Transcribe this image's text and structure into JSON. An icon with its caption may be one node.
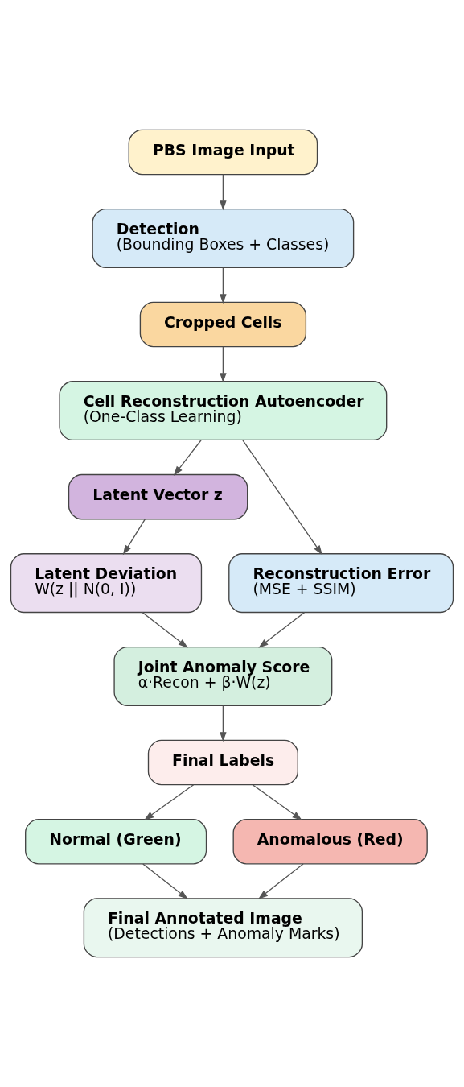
{
  "diagram": {
    "nodes": [
      {
        "text": [
          "PBS Image Input"
        ]
      },
      {
        "text": [
          "Detection",
          "(Bounding Boxes + Classes)"
        ]
      },
      {
        "text": [
          "Cropped Cells"
        ]
      },
      {
        "text": [
          "Cell Reconstruction Autoencoder",
          "(One-Class Learning)"
        ]
      },
      {
        "text": [
          "Latent Vector z"
        ]
      },
      {
        "text": [
          "Latent Deviation",
          "W(z || N(0, I))"
        ]
      },
      {
        "text": [
          "Reconstruction Error",
          "(MSE + SSIM)"
        ]
      },
      {
        "text": [
          "Joint Anomaly Score",
          "α·Recon + β·W(z)"
        ]
      },
      {
        "text": [
          "Final Labels"
        ]
      },
      {
        "text": [
          "Normal (Green)"
        ]
      },
      {
        "text": [
          "Anomalous (Red)"
        ]
      },
      {
        "text": [
          "Final Annotated Image",
          "(Detections + Anomaly Marks)"
        ]
      }
    ],
    "edges": [
      {
        "from": 0,
        "to": 1,
        "arrow": "to"
      },
      {
        "from": 1,
        "to": 2,
        "arrow": "to"
      },
      {
        "from": 2,
        "to": 3,
        "arrow": "to"
      },
      {
        "from": 3,
        "to": 4,
        "arrow": "to"
      },
      {
        "from": 3,
        "to": 6,
        "arrow": "to"
      },
      {
        "from": 4,
        "to": 5,
        "arrow": "to"
      },
      {
        "from": 5,
        "to": 7,
        "arrow": "to"
      },
      {
        "from": 6,
        "to": 7,
        "arrow": "to"
      },
      {
        "from": 7,
        "to": 8,
        "arrow": "to"
      },
      {
        "from": 8,
        "to": 9,
        "arrow": "to"
      },
      {
        "from": 8,
        "to": 10,
        "arrow": "to"
      },
      {
        "from": 9,
        "to": 11,
        "arrow": "to"
      },
      {
        "from": 10,
        "to": 11,
        "arrow": "to"
      }
    ]
  }
}
